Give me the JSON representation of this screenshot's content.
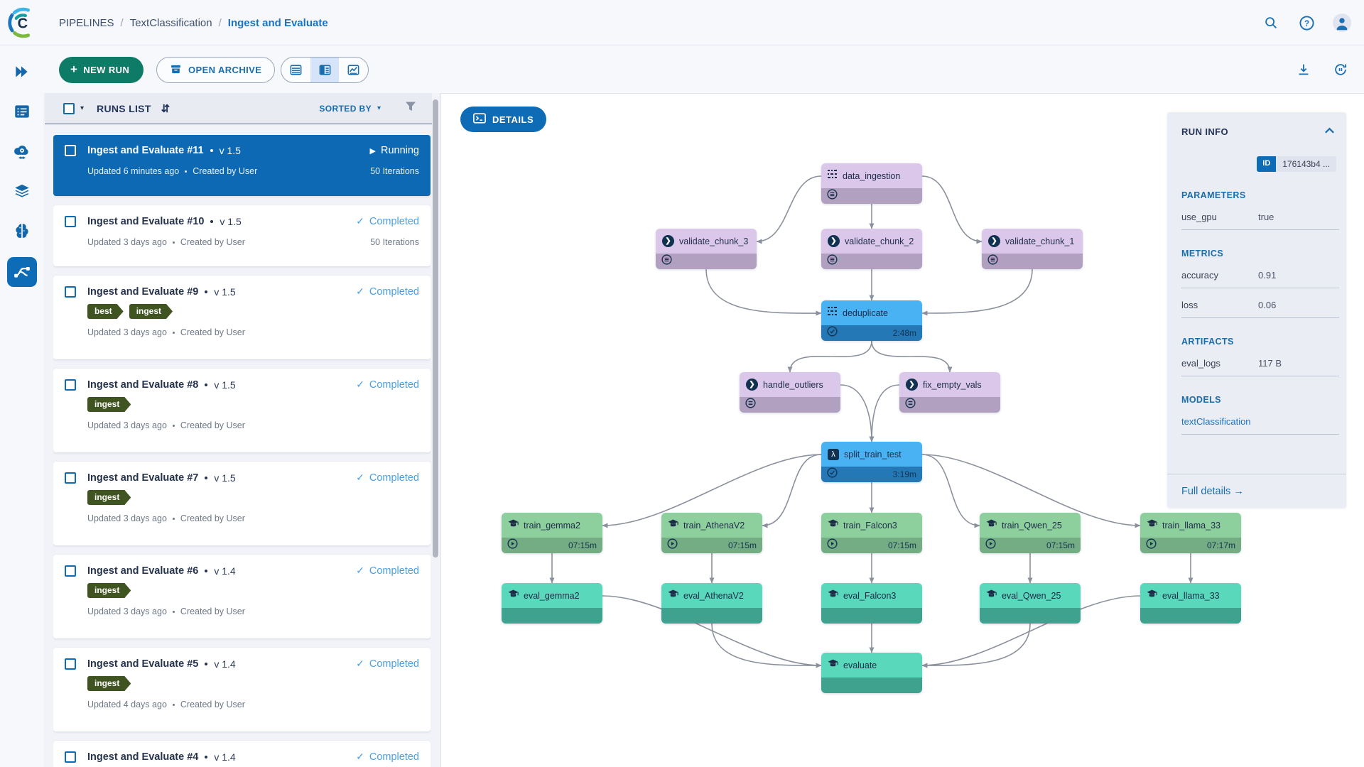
{
  "colors": {
    "accent_blue": "#0d6cb5",
    "link_blue": "#1a73c0",
    "new_run_green": "#0e7b66",
    "completed_blue": "#49a0e8",
    "selected_run_bg": "#0d69b4",
    "tag_green": "#3f5420",
    "node_purple": "#dbc7e9",
    "node_purple_footer": "#b2a0c1",
    "node_blue": "#49b2f2",
    "node_blue_footer": "#2478b6",
    "node_green": "#8ecf9e",
    "node_green_footer": "#74ad84",
    "node_teal": "#59d8bb",
    "node_teal_footer": "#3fa28e",
    "edge_gray": "#8b919c"
  },
  "topbar": {
    "breadcrumb": [
      "PIPELINES",
      "TextClassification",
      "Ingest and Evaluate"
    ]
  },
  "sidebar": {
    "items": [
      "projects-icon",
      "queues-icon",
      "workers-icon",
      "datasets-icon",
      "models-icon",
      "pipelines-icon"
    ],
    "active_index": 5
  },
  "toolbar": {
    "new_run": "NEW RUN",
    "open_archive": "OPEN ARCHIVE"
  },
  "runs_panel": {
    "title": "RUNS LIST",
    "sorted_by": "SORTED BY",
    "runs": [
      {
        "name": "Ingest and Evaluate #11",
        "version": "v 1.5",
        "status": "Running",
        "status_kind": "running",
        "updated": "Updated 6 minutes ago",
        "created": "Created by User",
        "iterations": "50 Iterations",
        "tags": [],
        "selected": true
      },
      {
        "name": "Ingest and Evaluate #10",
        "version": "v 1.5",
        "status": "Completed",
        "status_kind": "completed",
        "updated": "Updated 3 days ago",
        "created": "Created by User",
        "iterations": "50 Iterations",
        "tags": [],
        "selected": false
      },
      {
        "name": "Ingest and Evaluate #9",
        "version": "v 1.5",
        "status": "Completed",
        "status_kind": "completed",
        "updated": "Updated 3 days ago",
        "created": "Created by User",
        "iterations": "",
        "tags": [
          "best",
          "ingest"
        ],
        "selected": false
      },
      {
        "name": "Ingest and Evaluate #8",
        "version": "v 1.5",
        "status": "Completed",
        "status_kind": "completed",
        "updated": "Updated 3 days ago",
        "created": "Created by User",
        "iterations": "",
        "tags": [
          "ingest"
        ],
        "selected": false
      },
      {
        "name": "Ingest and Evaluate #7",
        "version": "v 1.5",
        "status": "Completed",
        "status_kind": "completed",
        "updated": "Updated 3 days ago",
        "created": "Created by User",
        "iterations": "",
        "tags": [
          "ingest"
        ],
        "selected": false
      },
      {
        "name": "Ingest and Evaluate #6",
        "version": "v 1.4",
        "status": "Completed",
        "status_kind": "completed",
        "updated": "Updated 3 days ago",
        "created": "Created by User",
        "iterations": "",
        "tags": [
          "ingest"
        ],
        "selected": false
      },
      {
        "name": "Ingest and Evaluate #5",
        "version": "v 1.4",
        "status": "Completed",
        "status_kind": "completed",
        "updated": "Updated 4 days ago",
        "created": "Created by User",
        "iterations": "",
        "tags": [
          "ingest"
        ],
        "selected": false
      },
      {
        "name": "Ingest and Evaluate #4",
        "version": "v 1.4",
        "status": "Completed",
        "status_kind": "completed",
        "updated": "",
        "created": "",
        "iterations": "",
        "tags": [],
        "selected": false
      }
    ]
  },
  "canvas": {
    "details": "DETAILS",
    "nodes": [
      {
        "id": "data_ingestion",
        "label": "data_ingestion",
        "icon": "dataset",
        "color": "purple",
        "footer_icon": "menu",
        "time": ""
      },
      {
        "id": "validate_chunk_3",
        "label": "validate_chunk_3",
        "icon": "process",
        "color": "purple",
        "footer_icon": "menu",
        "time": ""
      },
      {
        "id": "validate_chunk_2",
        "label": "validate_chunk_2",
        "icon": "process",
        "color": "purple",
        "footer_icon": "menu",
        "time": ""
      },
      {
        "id": "validate_chunk_1",
        "label": "validate_chunk_1",
        "icon": "process",
        "color": "purple",
        "footer_icon": "menu",
        "time": ""
      },
      {
        "id": "deduplicate",
        "label": "deduplicate",
        "icon": "dataset",
        "color": "blue",
        "footer_icon": "check",
        "time": "2:48m"
      },
      {
        "id": "handle_outliers",
        "label": "handle_outliers",
        "icon": "process",
        "color": "purple",
        "footer_icon": "menu",
        "time": ""
      },
      {
        "id": "fix_empty_vals",
        "label": "fix_empty_vals",
        "icon": "process",
        "color": "purple",
        "footer_icon": "menu",
        "time": ""
      },
      {
        "id": "split_train_test",
        "label": "split_train_test",
        "icon": "lambda",
        "color": "blue",
        "footer_icon": "check",
        "time": "3:19m"
      },
      {
        "id": "train_gemma2",
        "label": "train_gemma2",
        "icon": "train",
        "color": "green",
        "footer_icon": "play",
        "time": "07:15m"
      },
      {
        "id": "train_AthenaV2",
        "label": "train_AthenaV2",
        "icon": "train",
        "color": "green",
        "footer_icon": "play",
        "time": "07:15m"
      },
      {
        "id": "train_Falcon3",
        "label": "train_Falcon3",
        "icon": "train",
        "color": "green",
        "footer_icon": "play",
        "time": "07:15m"
      },
      {
        "id": "train_Qwen_25",
        "label": "train_Qwen_25",
        "icon": "train",
        "color": "green",
        "footer_icon": "play",
        "time": "07:15m"
      },
      {
        "id": "train_llama_33",
        "label": "train_llama_33",
        "icon": "train",
        "color": "green",
        "footer_icon": "play",
        "time": "07:17m"
      },
      {
        "id": "eval_gemma2",
        "label": "eval_gemma2",
        "icon": "train",
        "color": "teal",
        "footer_icon": "",
        "time": ""
      },
      {
        "id": "eval_AthenaV2",
        "label": "eval_AthenaV2",
        "icon": "train",
        "color": "teal",
        "footer_icon": "",
        "time": ""
      },
      {
        "id": "eval_Falcon3",
        "label": "eval_Falcon3",
        "icon": "train",
        "color": "teal",
        "footer_icon": "",
        "time": ""
      },
      {
        "id": "eval_Qwen_25",
        "label": "eval_Qwen_25",
        "icon": "train",
        "color": "teal",
        "footer_icon": "",
        "time": ""
      },
      {
        "id": "eval_llama_33",
        "label": "eval_llama_33",
        "icon": "train",
        "color": "teal",
        "footer_icon": "",
        "time": ""
      },
      {
        "id": "evaluate",
        "label": "evaluate",
        "icon": "train",
        "color": "teal",
        "footer_icon": "",
        "time": ""
      }
    ]
  },
  "run_info": {
    "title": "RUN INFO",
    "id_label": "ID",
    "id_value": "176143b4 ...",
    "sections": [
      {
        "title": "PARAMETERS",
        "rows": [
          {
            "key": "use_gpu",
            "value": "true"
          }
        ]
      },
      {
        "title": "METRICS",
        "rows": [
          {
            "key": "accuracy",
            "value": "0.91"
          },
          {
            "key": "loss",
            "value": "0.06"
          }
        ]
      },
      {
        "title": "ARTIFACTS",
        "rows": [
          {
            "key": "eval_logs",
            "value": "117 B"
          }
        ]
      },
      {
        "title": "MODELS",
        "rows": [
          {
            "key": "textClassification",
            "value": "",
            "link": true
          }
        ]
      }
    ],
    "full_details": "Full details →"
  }
}
